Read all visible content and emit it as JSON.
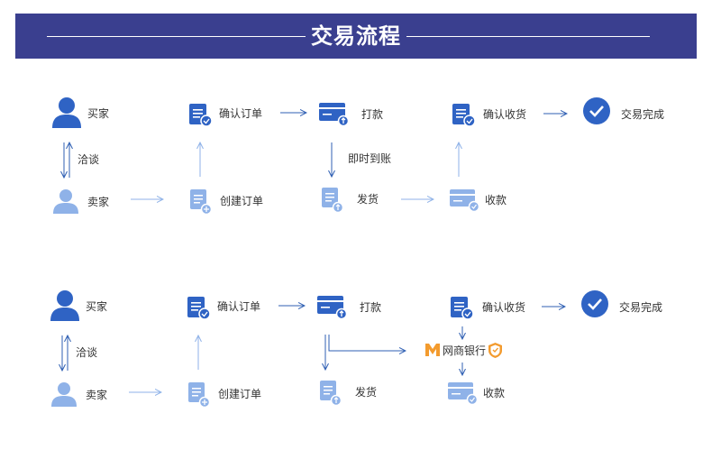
{
  "header": {
    "title": "交易流程"
  },
  "colors": {
    "banner": "#3a3f8f",
    "primary": "#2f63c4",
    "light": "#8fb2e8",
    "arrow": "#2f5fb3",
    "bank_orange": "#f39b2e"
  },
  "diagram1": {
    "buyer": "买家",
    "confirm_order": "确认订单",
    "pay": "打款",
    "confirm_receipt": "确认收货",
    "complete": "交易完成",
    "negotiate": "洽谈",
    "instant_arrival": "即时到账",
    "seller": "卖家",
    "create_order": "创建订单",
    "ship": "发货",
    "collect": "收款"
  },
  "diagram2": {
    "buyer": "买家",
    "confirm_order": "确认订单",
    "pay": "打款",
    "confirm_receipt": "确认收货",
    "complete": "交易完成",
    "negotiate": "洽谈",
    "bank": "网商银行",
    "seller": "卖家",
    "create_order": "创建订单",
    "ship": "发货",
    "collect": "收款"
  }
}
